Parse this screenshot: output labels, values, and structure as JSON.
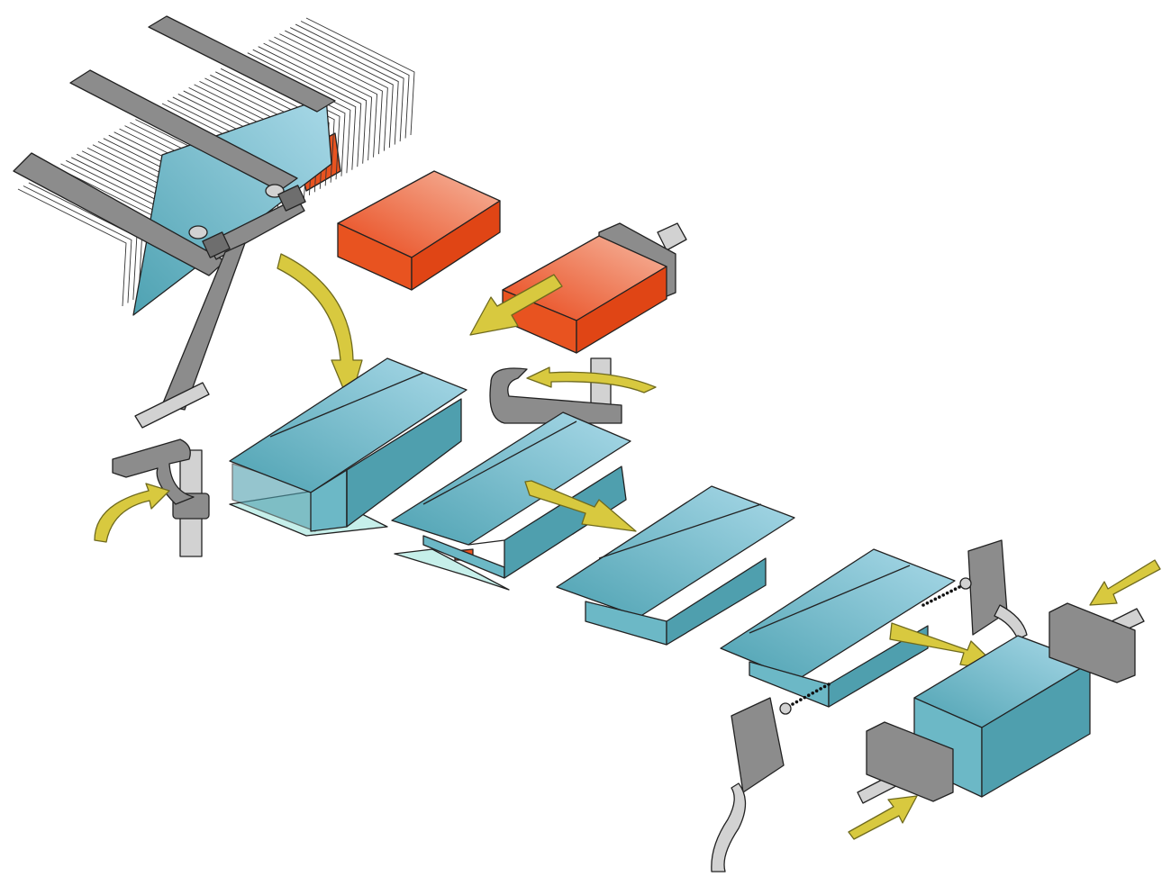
{
  "diagram": {
    "colors": {
      "carton": "#5fb0c0",
      "carton_light": "#c6efea",
      "product": "#e8501e",
      "machine_parts": "#8c8c8c",
      "motion_arrows": "#d8c93f"
    },
    "icons": [
      "carton-magazine",
      "suction-arm",
      "product-block",
      "pusher",
      "rotating-hook",
      "flap-folder",
      "photo-sensor",
      "motion-arrow"
    ]
  }
}
